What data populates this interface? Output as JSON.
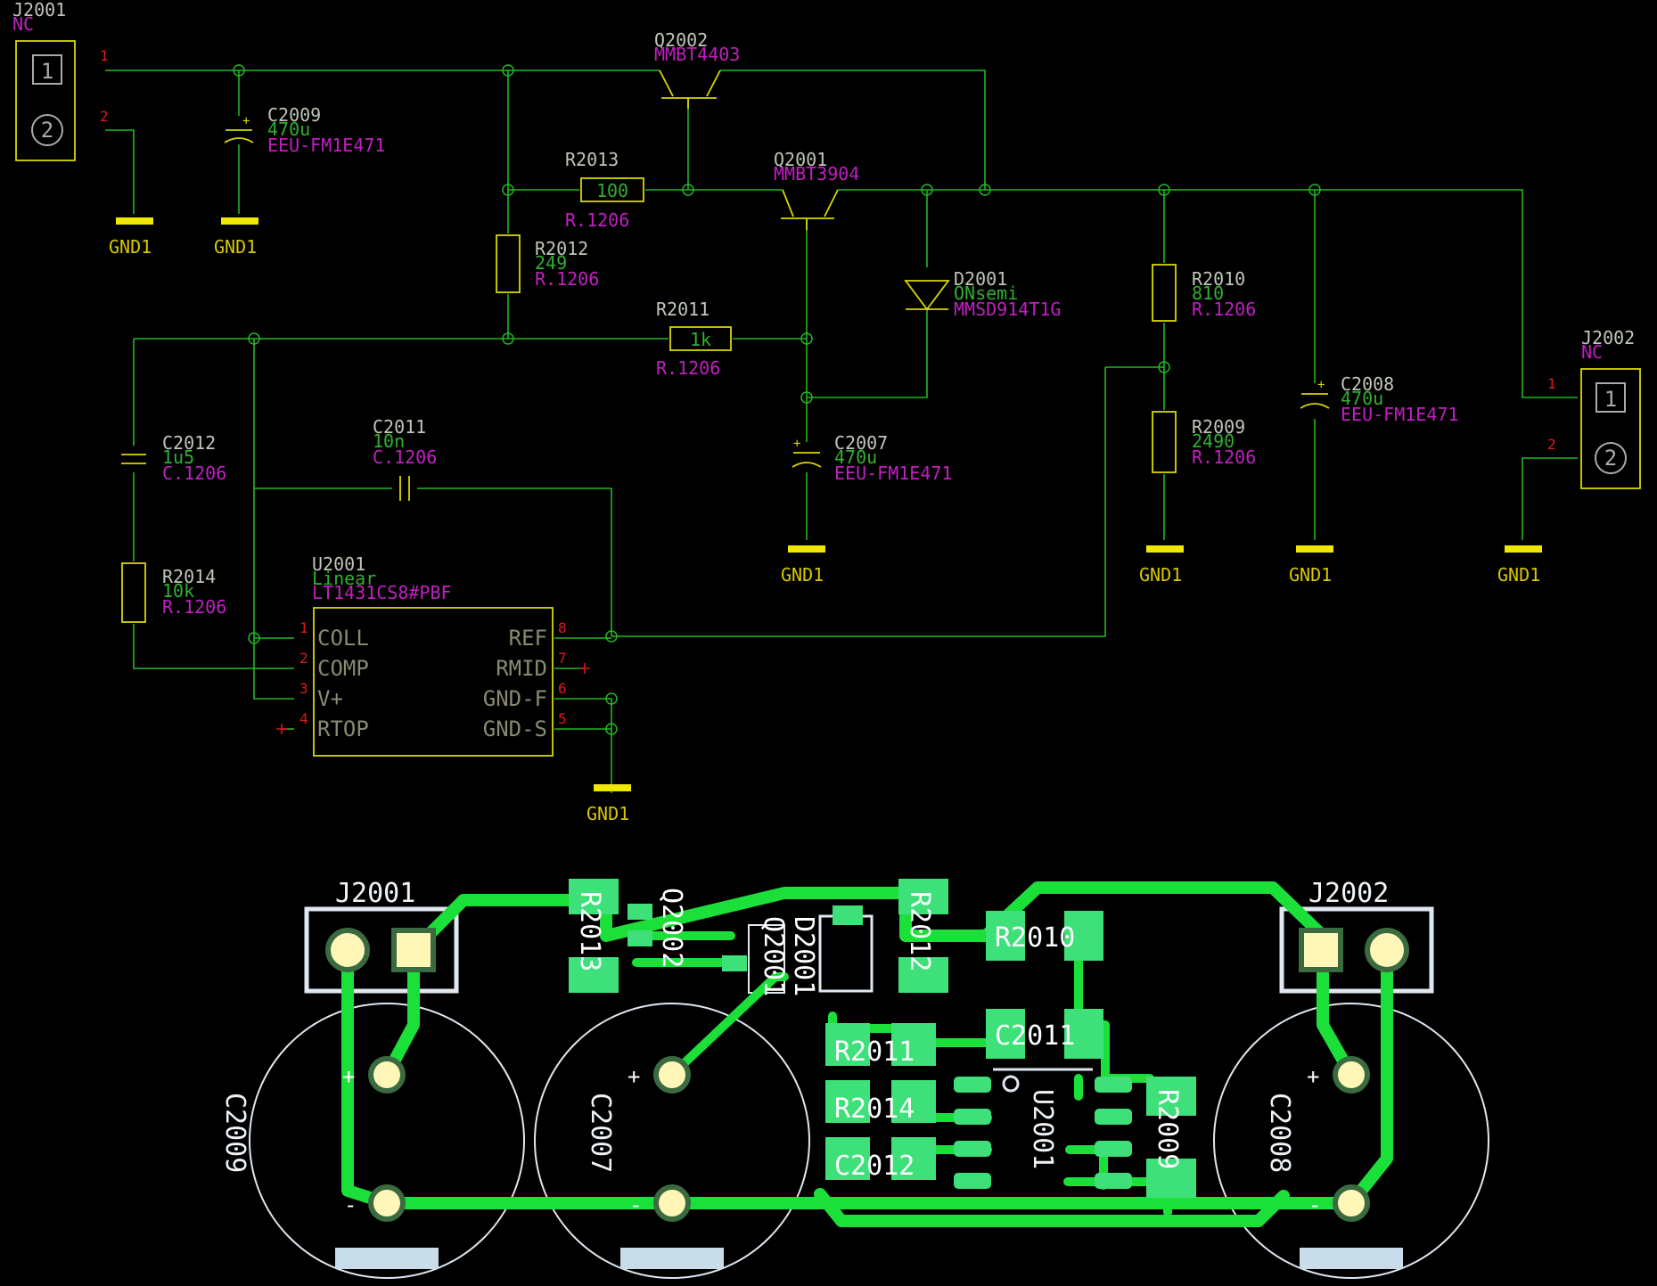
{
  "schematic": {
    "connectors": [
      {
        "ref": "J2001",
        "val": "NC",
        "pins": [
          "1",
          "2"
        ]
      },
      {
        "ref": "J2002",
        "val": "NC",
        "pins": [
          "1",
          "2"
        ]
      }
    ],
    "transistors": [
      {
        "ref": "Q2002",
        "part": "MMBT4403"
      },
      {
        "ref": "Q2001",
        "part": "MMBT3904"
      }
    ],
    "resistors": [
      {
        "ref": "R2013",
        "val": "100",
        "pkg": "R.1206"
      },
      {
        "ref": "R2012",
        "val": "249",
        "pkg": "R.1206"
      },
      {
        "ref": "R2011",
        "val": "1k",
        "pkg": "R.1206"
      },
      {
        "ref": "R2010",
        "val": "810",
        "pkg": "R.1206"
      },
      {
        "ref": "R2009",
        "val": "2490",
        "pkg": "R.1206"
      },
      {
        "ref": "R2014",
        "val": "10k",
        "pkg": "R.1206"
      }
    ],
    "capacitors": [
      {
        "ref": "C2009",
        "val": "470u",
        "pkg": "EEU-FM1E471"
      },
      {
        "ref": "C2007",
        "val": "470u",
        "pkg": "EEU-FM1E471"
      },
      {
        "ref": "C2008",
        "val": "470u",
        "pkg": "EEU-FM1E471"
      },
      {
        "ref": "C2012",
        "val": "1u5",
        "pkg": "C.1206"
      },
      {
        "ref": "C2011",
        "val": "10n",
        "pkg": "C.1206"
      }
    ],
    "diode": {
      "ref": "D2001",
      "val": "ONsemi",
      "part": "MMSD914T1G"
    },
    "ic": {
      "ref": "U2001",
      "val": "Linear",
      "part": "LT1431CS8#PBF",
      "left_pins": [
        {
          "num": "1",
          "name": "COLL"
        },
        {
          "num": "2",
          "name": "COMP"
        },
        {
          "num": "3",
          "name": "V+"
        },
        {
          "num": "4",
          "name": "RTOP"
        }
      ],
      "right_pins": [
        {
          "num": "8",
          "name": "REF"
        },
        {
          "num": "7",
          "name": "RMID"
        },
        {
          "num": "6",
          "name": "GND-F"
        },
        {
          "num": "5",
          "name": "GND-S"
        }
      ]
    },
    "ground_label": "GND1"
  },
  "pcb": {
    "silk_refs": {
      "J2001": "J2001",
      "J2002": "J2002",
      "C2009": "C2009",
      "C2007": "C2007",
      "C2008": "C2008",
      "U2001": "U2001"
    },
    "pad_labels": {
      "R2013": "R2013",
      "Q2002": "Q2002",
      "Q2001": "Q2001",
      "D2001": "D2001",
      "R2012": "R2012",
      "R2010": "R2010",
      "C2011": "C2011",
      "R2011": "R2011",
      "R2014": "R2014",
      "C2012": "C2012",
      "R2009": "R2009"
    },
    "polarity": {
      "plus": "+",
      "minus": "-"
    }
  },
  "colors": {
    "background": "#000000",
    "wire": "#22b822",
    "component": "#d8d800",
    "pin_number": "#e01818",
    "package": "#c020c0",
    "trace": "#1ce03a",
    "pad": "#3ee07a",
    "silkscreen": "#dfe7f0"
  }
}
